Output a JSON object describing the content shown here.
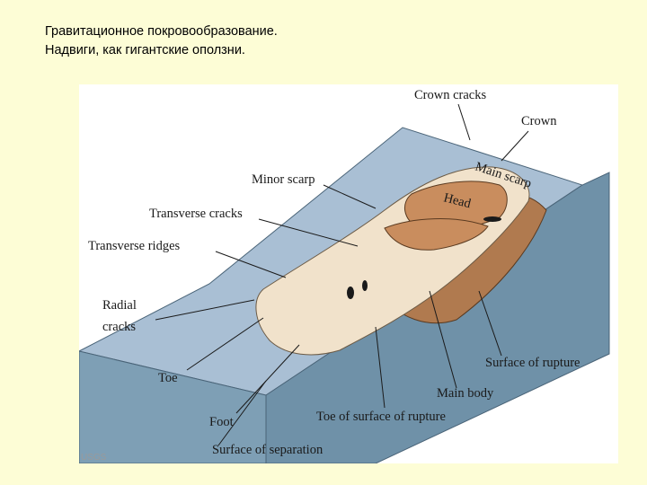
{
  "slide": {
    "title_line1": "Гравитационное покровообразование.",
    "title_line2": "Надвиги, как гигантские оползни."
  },
  "diagram": {
    "labels": {
      "crown_cracks": "Crown cracks",
      "crown": "Crown",
      "minor_scarp": "Minor scarp",
      "transverse_cracks": "Transverse cracks",
      "transverse_ridges": "Transverse ridges",
      "radial_line1": "Radial",
      "radial_line2": "cracks",
      "toe": "Toe",
      "foot": "Foot",
      "surface_of_separation": "Surface of separation",
      "toe_of_surface_of_rupture": "Toe of surface of rupture",
      "main_body": "Main body",
      "surface_of_rupture": "Surface of rupture",
      "main_scarp": "Main scarp",
      "head": "Head"
    },
    "credit": "USGS",
    "colors": {
      "slope_top": "#a9bfd4",
      "block_front": "#7e9fb5",
      "block_side": "#6a8ca3",
      "landslide_body": "#f1e2cb",
      "rupture_surface": "#b07a4f",
      "head_block": "#c98d5e"
    }
  }
}
